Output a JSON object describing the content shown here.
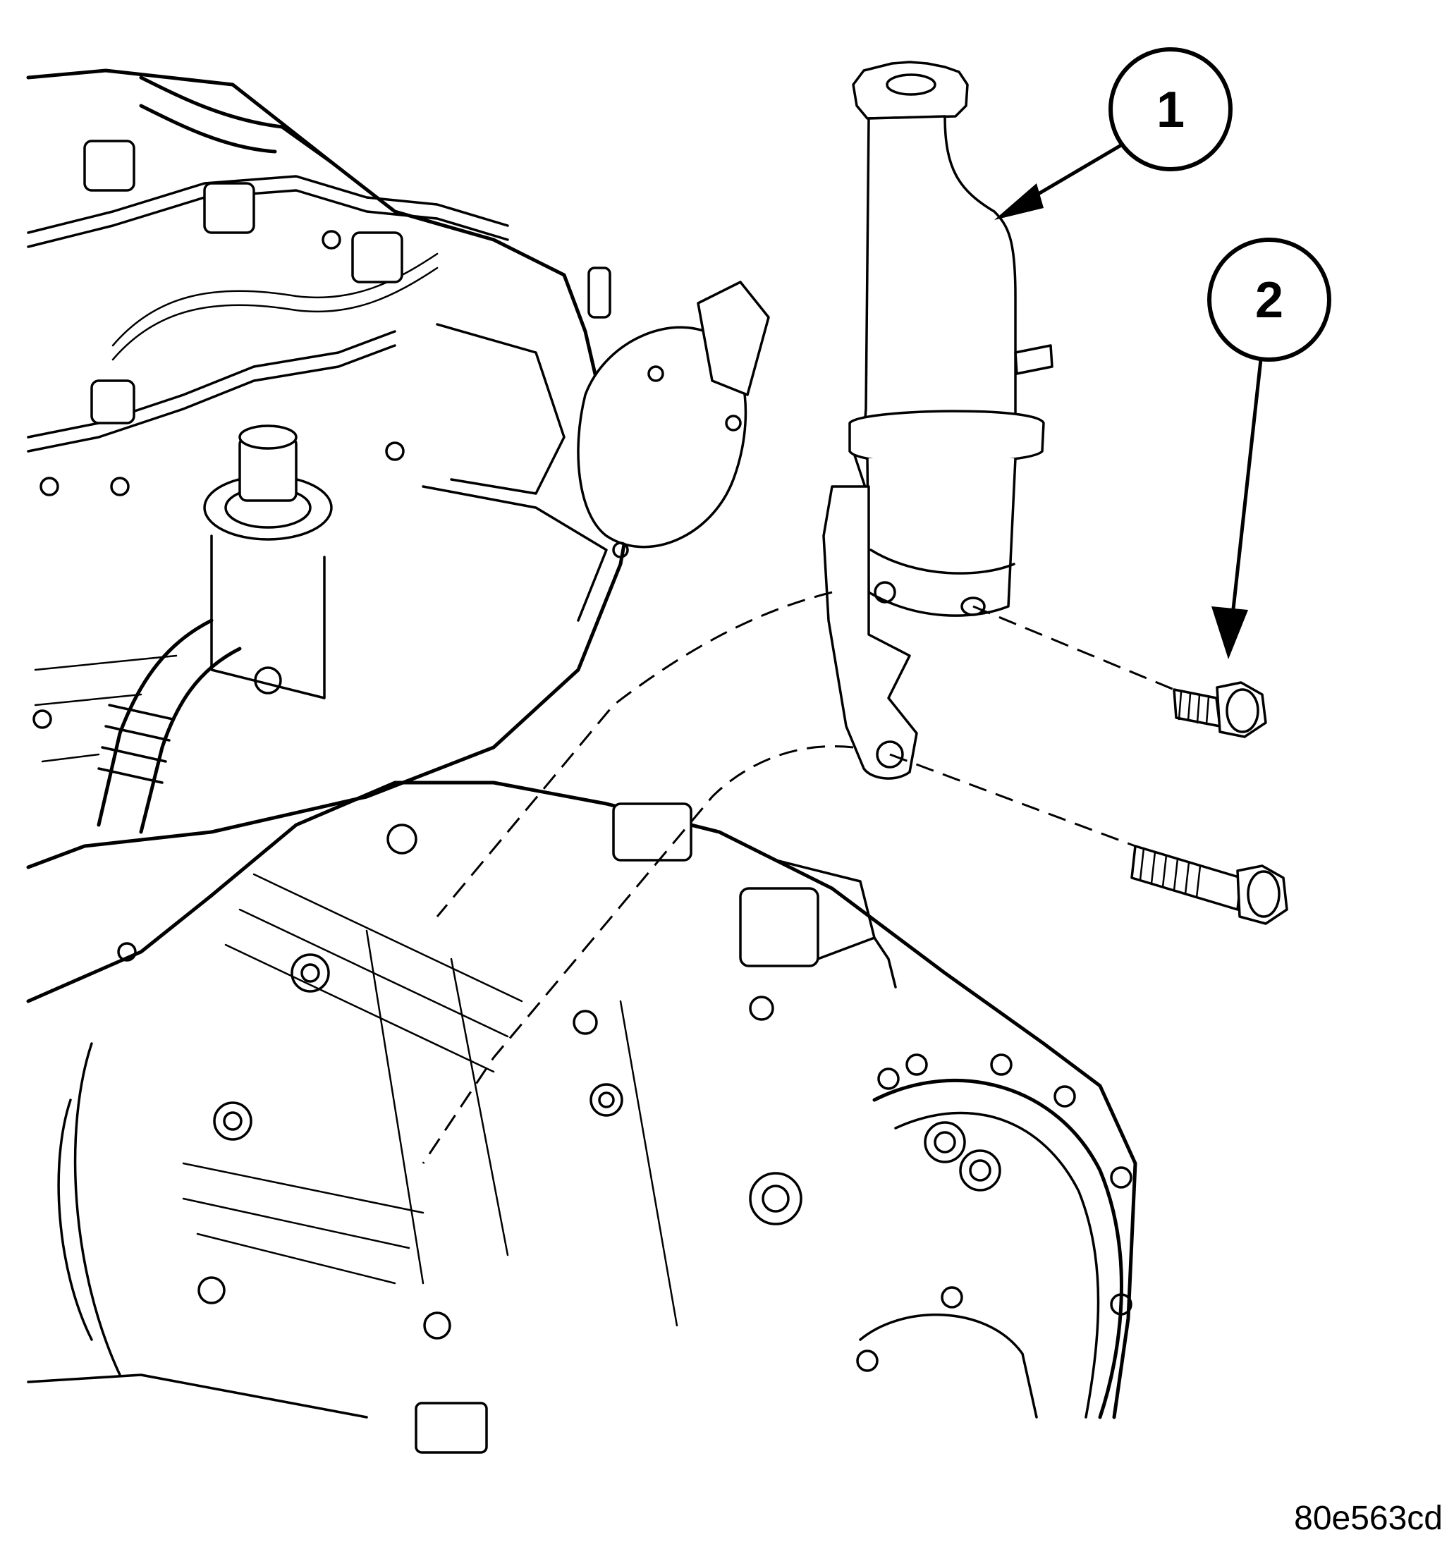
{
  "figure_id": "80e563cd",
  "callouts": [
    {
      "number": "1",
      "target": "power-steering-fluid-reservoir"
    },
    {
      "number": "2",
      "target": "mounting-bolts"
    }
  ],
  "colors": {
    "ink": "#000000",
    "background": "#ffffff"
  }
}
